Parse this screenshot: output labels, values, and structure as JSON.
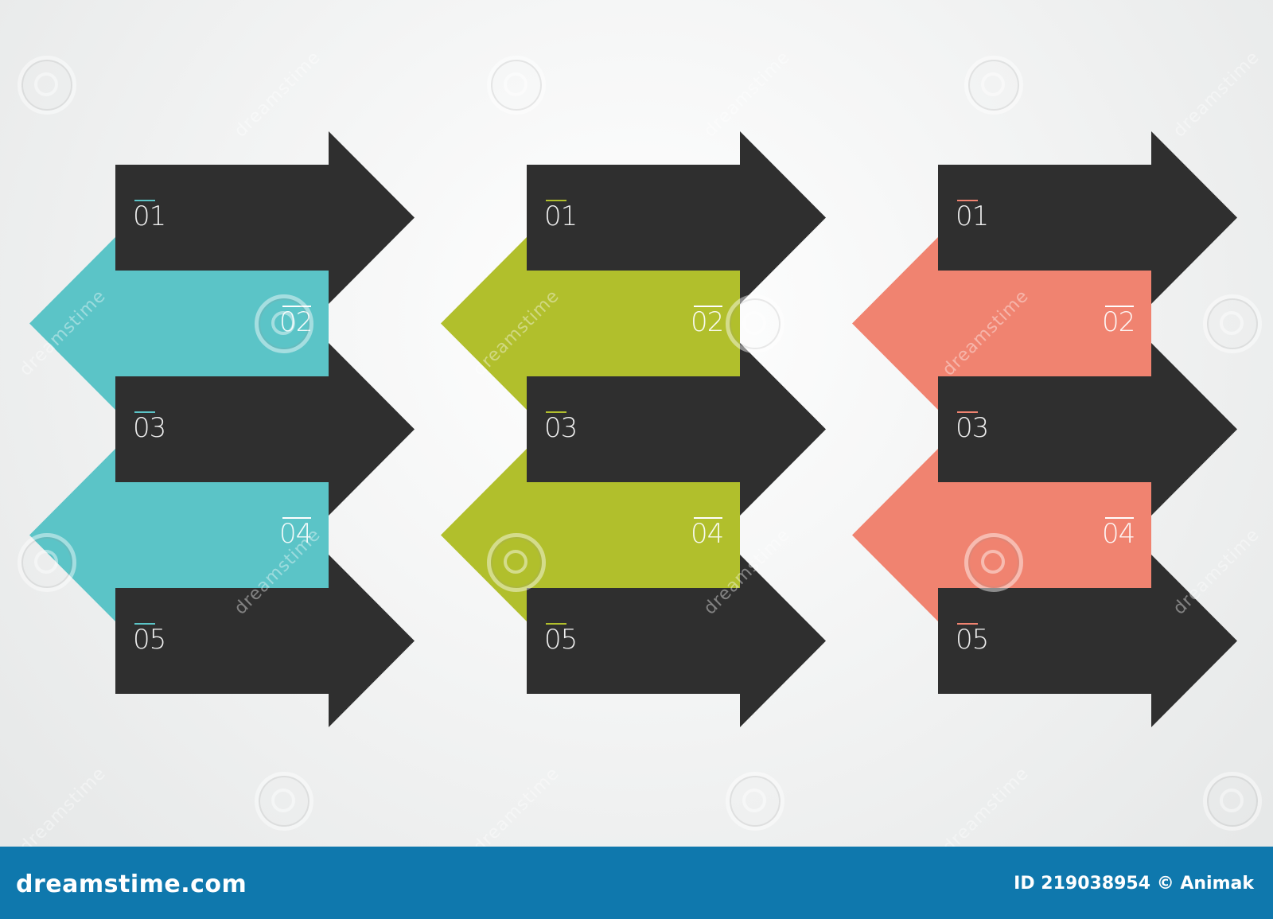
{
  "accent_colors": [
    "#5bc4c7",
    "#b1bf2c",
    "#f08370"
  ],
  "dark_color": "#2f2f2f",
  "groups": [
    {
      "accent": "#5bc4c7",
      "steps": [
        {
          "label": "01",
          "direction": "right"
        },
        {
          "label": "02",
          "direction": "left"
        },
        {
          "label": "03",
          "direction": "right"
        },
        {
          "label": "04",
          "direction": "left"
        },
        {
          "label": "05",
          "direction": "right"
        }
      ]
    },
    {
      "accent": "#b1bf2c",
      "steps": [
        {
          "label": "01",
          "direction": "right"
        },
        {
          "label": "02",
          "direction": "left"
        },
        {
          "label": "03",
          "direction": "right"
        },
        {
          "label": "04",
          "direction": "left"
        },
        {
          "label": "05",
          "direction": "right"
        }
      ]
    },
    {
      "accent": "#f08370",
      "steps": [
        {
          "label": "01",
          "direction": "right"
        },
        {
          "label": "02",
          "direction": "left"
        },
        {
          "label": "03",
          "direction": "right"
        },
        {
          "label": "04",
          "direction": "left"
        },
        {
          "label": "05",
          "direction": "right"
        }
      ]
    }
  ],
  "watermark": {
    "text": "dreamstime"
  },
  "footer": {
    "logo": "dreamstime.com",
    "id_text": "ID 219038954 © Animak",
    "background": "#0f78ad"
  }
}
